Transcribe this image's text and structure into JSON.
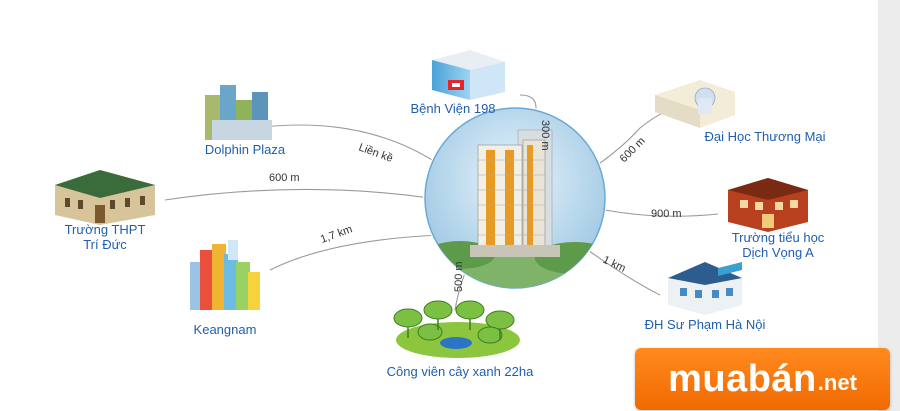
{
  "center": {
    "name": "central-tower-image"
  },
  "places": [
    {
      "id": "benh-vien",
      "label_lines": [
        "Bệnh Viện 198"
      ],
      "distance": "300 m",
      "icon": "hospital-building-icon"
    },
    {
      "id": "dai-hoc-thuong-mai",
      "label_lines": [
        "Đại Học Thương Mại"
      ],
      "distance": "600 m",
      "icon": "university-building-icon"
    },
    {
      "id": "truong-tieu-hoc",
      "label_lines": [
        "Trường tiểu học",
        "Dịch Vọng A"
      ],
      "distance": "900 m",
      "icon": "primary-school-building-icon"
    },
    {
      "id": "dh-su-pham",
      "label_lines": [
        "ĐH Sư Phạm Hà Nội"
      ],
      "distance": "1 km",
      "icon": "pedagogy-university-building-icon"
    },
    {
      "id": "cong-vien",
      "label_lines": [
        "Công viên cây xanh 22ha"
      ],
      "distance": "500 m",
      "icon": "green-park-icon"
    },
    {
      "id": "keangnam",
      "label_lines": [
        "Keangnam"
      ],
      "distance": "1,7 km",
      "icon": "keangnam-towers-icon"
    },
    {
      "id": "truong-thpt",
      "label_lines": [
        "Trường THPT",
        "Trí Đức"
      ],
      "distance": "600 m",
      "icon": "high-school-building-icon"
    },
    {
      "id": "dolphin-plaza",
      "label_lines": [
        "Dolphin Plaza"
      ],
      "distance": "Liền kề",
      "icon": "dolphin-plaza-towers-icon"
    }
  ],
  "brand": {
    "name": "muabán",
    "tld": ".net",
    "color": "#f27a0e"
  },
  "colors": {
    "label": "#1f5fae",
    "line": "#9a9a9a"
  }
}
